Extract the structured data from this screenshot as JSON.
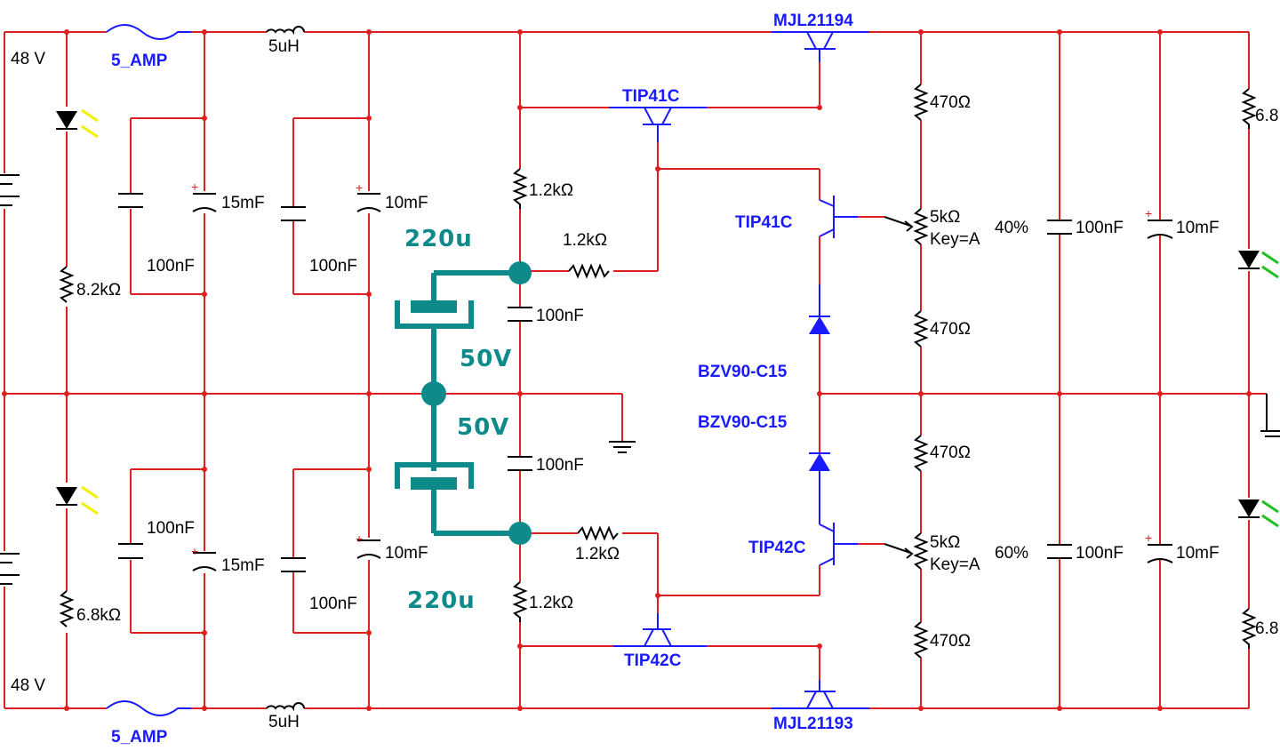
{
  "colors": {
    "wire": "#e02020",
    "component": "#000000",
    "semiconductor": "#1a1aff",
    "annotation": "#0f8a8a",
    "led": "#f0f000",
    "led_green": "#20c020"
  },
  "supply": {
    "top_voltage": "48 V",
    "bottom_voltage": "48 V",
    "fuse_top": "5_AMP",
    "fuse_bottom": "5_AMP",
    "inductor_top": "5uH",
    "inductor_bottom": "5uH"
  },
  "left_filter": {
    "r_top": "8.2kΩ",
    "r_bottom": "6.8kΩ",
    "c1_top": "15mF",
    "c1_top_small": "100nF",
    "c2_top": "10mF",
    "c2_top_small": "100nF",
    "c1_bottom_small": "100nF",
    "c1_bottom": "15mF",
    "c2_bottom": "10mF",
    "c2_bottom_small": "100nF"
  },
  "annotation": {
    "cap_top": "220u",
    "volt_top": "50V",
    "volt_bottom": "50V",
    "cap_bottom": "220u"
  },
  "mid": {
    "r_upper": "1.2kΩ",
    "r_upper_h": "1.2kΩ",
    "c_upper": "100nF",
    "c_lower": "100nF",
    "r_lower_h": "1.2kΩ",
    "r_lower": "1.2kΩ"
  },
  "transistors": {
    "q_top_power": "MJL21194",
    "q_top_driver": "TIP41C",
    "q_top_mid": "TIP41C",
    "zener_top": "BZV90-C15",
    "zener_bottom": "BZV90-C15",
    "q_bottom_mid": "TIP42C",
    "q_bottom_driver": "TIP42C",
    "q_bottom_power": "MJL21193"
  },
  "right": {
    "r1": "470Ω",
    "pot_top": "5kΩ",
    "pot_top_key": "Key=A",
    "pot_top_pct": "40%",
    "r2": "470Ω",
    "r3": "470Ω",
    "pot_bottom": "5kΩ",
    "pot_bottom_key": "Key=A",
    "pot_bottom_pct": "60%",
    "r4": "470Ω",
    "c_top_small": "100nF",
    "c_top_big": "10mF",
    "c_bottom_small": "100nF",
    "c_bottom_big": "10mF",
    "r_edge_top": "6.8",
    "r_edge_bottom": "6.8"
  }
}
